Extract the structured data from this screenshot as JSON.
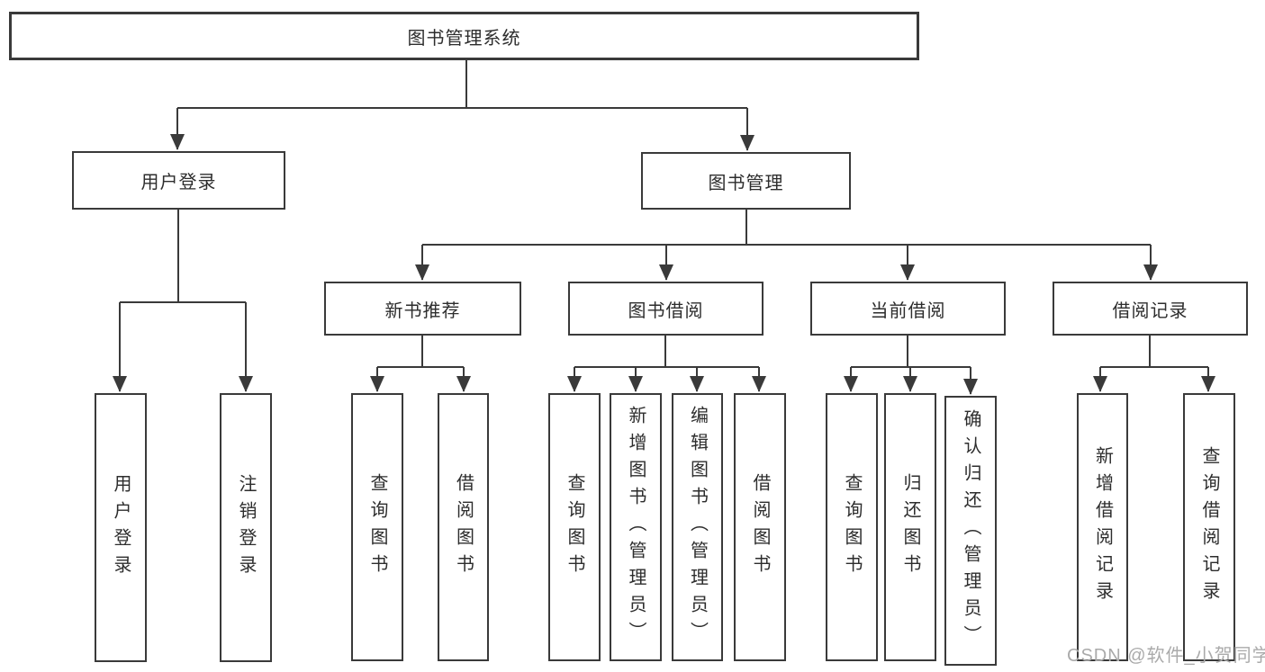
{
  "colors": {
    "line": "#3a3a3a",
    "border": "#3a3a3a",
    "text": "#2d2d2d",
    "watermark": "#aaaaaa",
    "background": "#ffffff"
  },
  "root": {
    "label": "图书管理系统"
  },
  "branches": {
    "user_login": {
      "label": "用户登录",
      "children": [
        {
          "label": "用户登录"
        },
        {
          "label": "注销登录"
        }
      ]
    },
    "book_management": {
      "label": "图书管理",
      "children": [
        {
          "label": "新书推荐",
          "children": [
            {
              "label": "查询图书"
            },
            {
              "label": "借阅图书"
            }
          ]
        },
        {
          "label": "图书借阅",
          "children": [
            {
              "label": "查询图书"
            },
            {
              "label": "新增图书（管理员）"
            },
            {
              "label": "编辑图书（管理员）"
            },
            {
              "label": "借阅图书"
            }
          ]
        },
        {
          "label": "当前借阅",
          "children": [
            {
              "label": "查询图书"
            },
            {
              "label": "归还图书"
            },
            {
              "label": "确认归还（管理员）"
            }
          ]
        },
        {
          "label": "借阅记录",
          "children": [
            {
              "label": "新增借阅记录"
            },
            {
              "label": "查询借阅记录"
            }
          ]
        }
      ]
    }
  },
  "watermark": {
    "text": "CSDN @软件_小贺同学"
  }
}
